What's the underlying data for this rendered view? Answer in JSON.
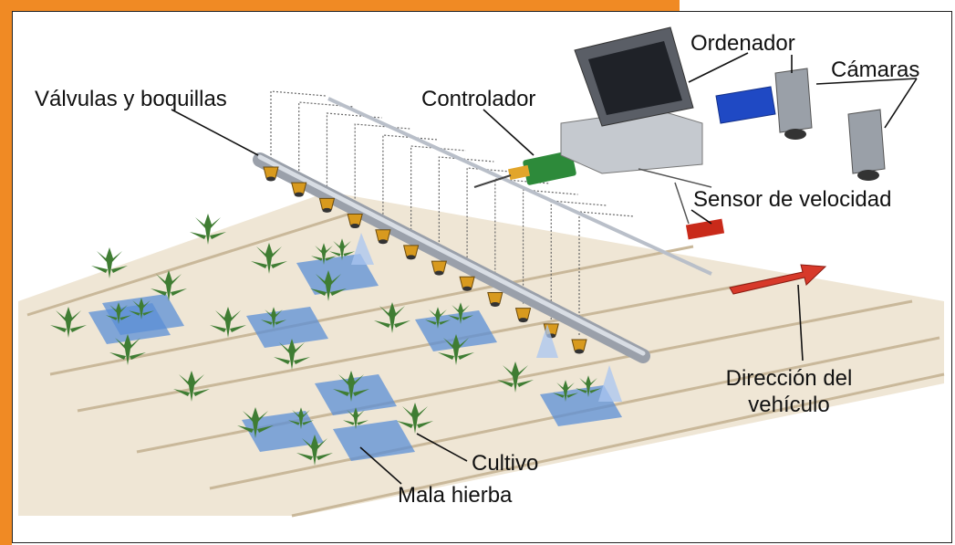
{
  "labels": {
    "valves": "Válvulas y boquillas",
    "controller": "Controlador",
    "computer": "Ordenador",
    "cameras": "Cámaras",
    "speed_sensor": "Sensor de velocidad",
    "direction_line1": "Dirección del",
    "direction_line2": "vehículo",
    "crop": "Cultivo",
    "weed": "Mala hierba"
  },
  "colors": {
    "accent": "#f08a24",
    "soil": "#efe6d5",
    "soil_stripe": "#c9b89a",
    "plant": "#3f7d33",
    "spray_patch": "#5b8fd6",
    "pipe": "#b9bfc9",
    "nozzle": "#d89a1e",
    "controller": "#2d8a3a",
    "sensor": "#c92a1a",
    "arrow": "#d7392a",
    "monitor": "#3b3f47",
    "camera_blue": "#1f49c4"
  }
}
